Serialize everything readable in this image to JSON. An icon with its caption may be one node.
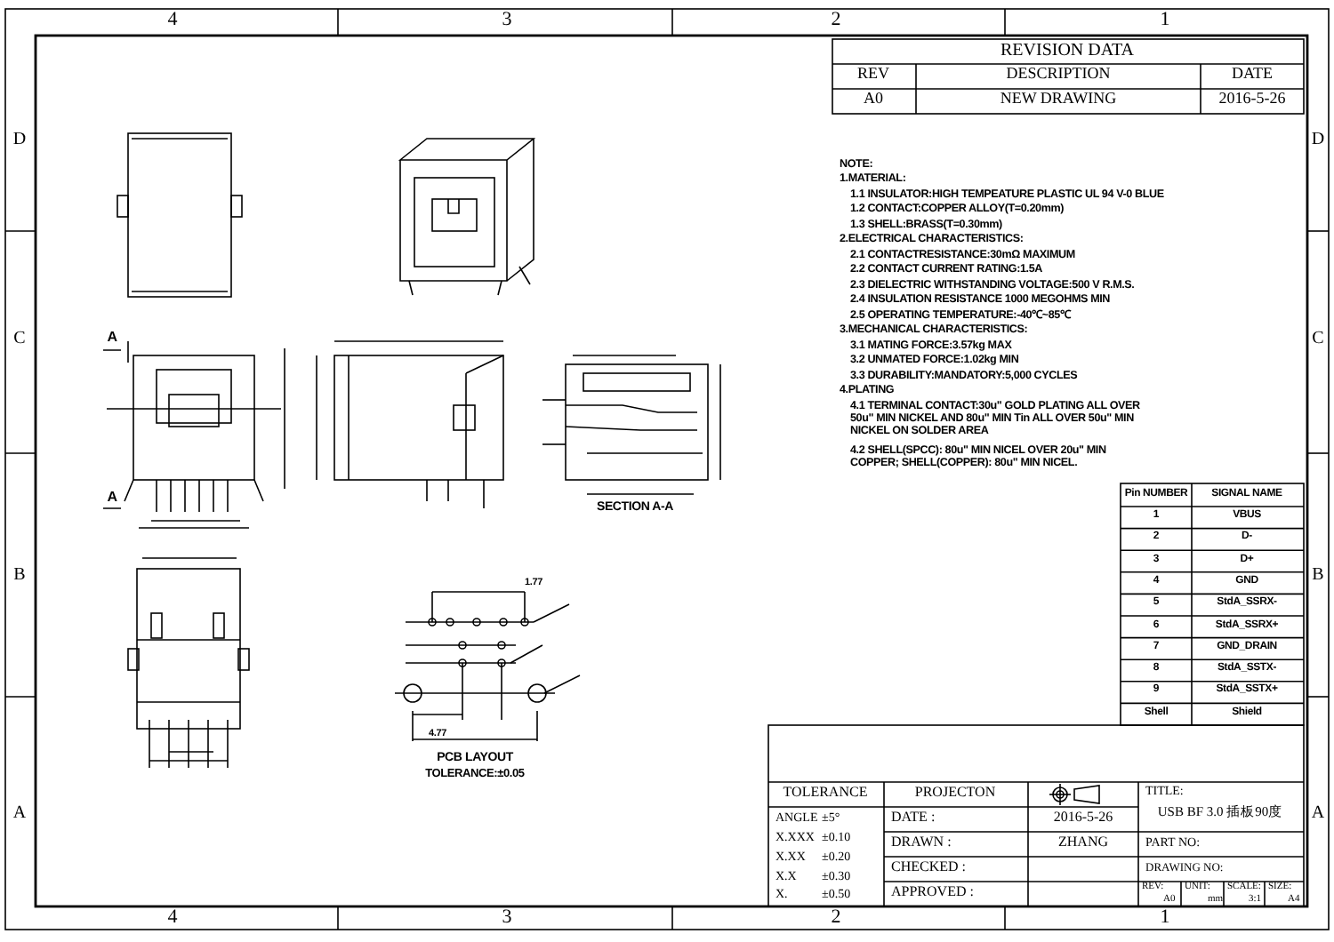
{
  "diagram": {
    "labels": [
      "4",
      "3",
      "2",
      "1",
      "4",
      "3",
      "2",
      "1",
      "D",
      "C",
      "B",
      "A",
      "D",
      "C",
      "B",
      "A",
      "REVISION DATA",
      "REV",
      "DESCRIPTION",
      "DATE",
      "A0",
      "NEW DRAWING",
      "2016-5-26",
      "NOTE:",
      "1.MATERIAL:",
      "1.1 INSULATOR:HIGH TEMPEATURE PLASTIC UL 94 V-0 BLUE",
      "1.2 CONTACT:COPPER ALLOY(T=0.20mm)",
      "1.3 SHELL:BRASS(T=0.30mm)",
      "2.ELECTRICAL CHARACTERISTICS:",
      "2.1 CONTACTRESISTANCE:30mΩ MAXIMUM",
      "2.2 CONTACT CURRENT RATING:1.5A",
      "2.3 DIELECTRIC WITHSTANDING VOLTAGE:500 V R.M.S.",
      "2.4 INSULATION RESISTANCE 1000 MEGOHMS MIN",
      "2.5 OPERATING TEMPERATURE:-40℃~85℃",
      "3.MECHANICAL CHARACTERISTICS:",
      "3.1 MATING FORCE:3.57kg MAX",
      "3.2 UNMATED FORCE:1.02kg MIN",
      "3.3 DURABILITY:MANDATORY:5,000 CYCLES",
      "4.PLATING",
      "4.1 TERMINAL CONTACT:30u\" GOLD PLATING ALL OVER 50u\" MIN NICKEL AND 80u\" MIN Tin ALL OVER 50u\" MIN NICKEL ON SOLDER AREA",
      "4.2 SHELL(SPCC): 80u\" MIN NICEL OVER 20u\" MIN COPPER; SHELL(COPPER): 80u\" MIN NICEL.",
      "A",
      "A",
      "SECTION A-A",
      "1.77",
      "4.77",
      "PCB LAYOUT",
      "TOLERANCE:±0.05",
      "Pin NUMBER",
      "SIGNAL NAME",
      "1",
      "VBUS",
      "2",
      "D-",
      "3",
      "D+",
      "4",
      "GND",
      "5",
      "StdA_SSRX-",
      "6",
      "StdA_SSRX+",
      "7",
      "GND_DRAIN",
      "8",
      "StdA_SSTX-",
      "9",
      "StdA_SSTX+",
      "Shell",
      "Shield",
      "TOLERANCE",
      "ANGLE",
      "±5°",
      "X.XXX",
      "±0.10",
      "X.XX",
      "±0.20",
      "X.X",
      "±0.30",
      "X.",
      "±0.50",
      "PROJECTON",
      "DATE :",
      "2016-5-26",
      "DRAWN :",
      "ZHANG",
      "CHECKED :",
      "APPROVED :",
      "TITLE:",
      "USB BF 3.0 插板90度",
      "PART NO:",
      "DRAWING NO:",
      "REV:",
      "A0",
      "UNIT:",
      "mm",
      "SCALE:",
      "3:1",
      "SIZE:",
      "A4"
    ]
  }
}
